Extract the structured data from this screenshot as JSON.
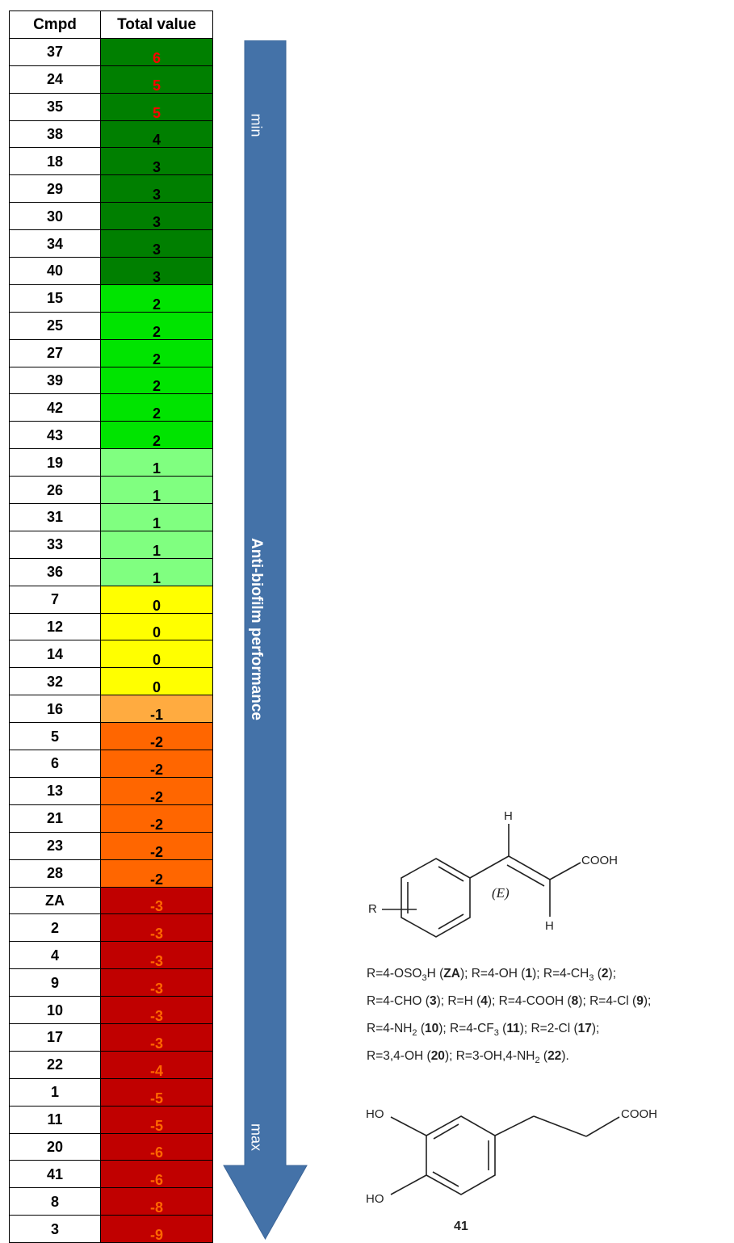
{
  "chart_data": {
    "type": "table",
    "columns": [
      "Cmpd",
      "Total value"
    ],
    "rows": [
      {
        "cmpd": "37",
        "value": 6,
        "color": "#007f00",
        "text_color": "#ff0000"
      },
      {
        "cmpd": "24",
        "value": 5,
        "color": "#007f00",
        "text_color": "#ff0000"
      },
      {
        "cmpd": "35",
        "value": 5,
        "color": "#007f00",
        "text_color": "#ff0000"
      },
      {
        "cmpd": "38",
        "value": 4,
        "color": "#007f00",
        "text_color": "#000000"
      },
      {
        "cmpd": "18",
        "value": 3,
        "color": "#007f00",
        "text_color": "#000000"
      },
      {
        "cmpd": "29",
        "value": 3,
        "color": "#007f00",
        "text_color": "#000000"
      },
      {
        "cmpd": "30",
        "value": 3,
        "color": "#007f00",
        "text_color": "#000000"
      },
      {
        "cmpd": "34",
        "value": 3,
        "color": "#007f00",
        "text_color": "#000000"
      },
      {
        "cmpd": "40",
        "value": 3,
        "color": "#007f00",
        "text_color": "#000000"
      },
      {
        "cmpd": "15",
        "value": 2,
        "color": "#00e400",
        "text_color": "#000000"
      },
      {
        "cmpd": "25",
        "value": 2,
        "color": "#00e400",
        "text_color": "#000000"
      },
      {
        "cmpd": "27",
        "value": 2,
        "color": "#00e400",
        "text_color": "#000000"
      },
      {
        "cmpd": "39",
        "value": 2,
        "color": "#00e400",
        "text_color": "#000000"
      },
      {
        "cmpd": "42",
        "value": 2,
        "color": "#00e400",
        "text_color": "#000000"
      },
      {
        "cmpd": "43",
        "value": 2,
        "color": "#00e400",
        "text_color": "#000000"
      },
      {
        "cmpd": "19",
        "value": 1,
        "color": "#80ff80",
        "text_color": "#000000"
      },
      {
        "cmpd": "26",
        "value": 1,
        "color": "#80ff80",
        "text_color": "#000000"
      },
      {
        "cmpd": "31",
        "value": 1,
        "color": "#80ff80",
        "text_color": "#000000"
      },
      {
        "cmpd": "33",
        "value": 1,
        "color": "#80ff80",
        "text_color": "#000000"
      },
      {
        "cmpd": "36",
        "value": 1,
        "color": "#80ff80",
        "text_color": "#000000"
      },
      {
        "cmpd": "7",
        "value": 0,
        "color": "#ffff00",
        "text_color": "#000000"
      },
      {
        "cmpd": "12",
        "value": 0,
        "color": "#ffff00",
        "text_color": "#000000"
      },
      {
        "cmpd": "14",
        "value": 0,
        "color": "#ffff00",
        "text_color": "#000000"
      },
      {
        "cmpd": "32",
        "value": 0,
        "color": "#ffff00",
        "text_color": "#000000"
      },
      {
        "cmpd": "16",
        "value": -1,
        "color": "#ffab40",
        "text_color": "#000000"
      },
      {
        "cmpd": "5",
        "value": -2,
        "color": "#ff6600",
        "text_color": "#000000"
      },
      {
        "cmpd": "6",
        "value": -2,
        "color": "#ff6600",
        "text_color": "#000000"
      },
      {
        "cmpd": "13",
        "value": -2,
        "color": "#ff6600",
        "text_color": "#000000"
      },
      {
        "cmpd": "21",
        "value": -2,
        "color": "#ff6600",
        "text_color": "#000000"
      },
      {
        "cmpd": "23",
        "value": -2,
        "color": "#ff6600",
        "text_color": "#000000"
      },
      {
        "cmpd": "28",
        "value": -2,
        "color": "#ff6600",
        "text_color": "#000000"
      },
      {
        "cmpd": "ZA",
        "value": -3,
        "color": "#c00000",
        "text_color": "#ff6600"
      },
      {
        "cmpd": "2",
        "value": -3,
        "color": "#c00000",
        "text_color": "#ff6600"
      },
      {
        "cmpd": "4",
        "value": -3,
        "color": "#c00000",
        "text_color": "#ff6600"
      },
      {
        "cmpd": "9",
        "value": -3,
        "color": "#c00000",
        "text_color": "#ff6600"
      },
      {
        "cmpd": "10",
        "value": -3,
        "color": "#c00000",
        "text_color": "#ff6600"
      },
      {
        "cmpd": "17",
        "value": -3,
        "color": "#c00000",
        "text_color": "#ff6600"
      },
      {
        "cmpd": "22",
        "value": -4,
        "color": "#c00000",
        "text_color": "#ff6600"
      },
      {
        "cmpd": "1",
        "value": -5,
        "color": "#c00000",
        "text_color": "#ff6600"
      },
      {
        "cmpd": "11",
        "value": -5,
        "color": "#c00000",
        "text_color": "#ff6600"
      },
      {
        "cmpd": "20",
        "value": -6,
        "color": "#c00000",
        "text_color": "#ff6600"
      },
      {
        "cmpd": "41",
        "value": -6,
        "color": "#c00000",
        "text_color": "#ff6600"
      },
      {
        "cmpd": "8",
        "value": -8,
        "color": "#c00000",
        "text_color": "#ff6600"
      },
      {
        "cmpd": "3",
        "value": -9,
        "color": "#c00000",
        "text_color": "#ff6600"
      }
    ]
  },
  "arrow": {
    "label_top": "min",
    "label_middle": "Anti-biofilm performance",
    "label_bottom": "max",
    "color": "#4472a8"
  },
  "structures": {
    "cinnamic": {
      "h_top": "H",
      "h_bottom": "H",
      "cooh": "COOH",
      "stereo": "(E)",
      "r": "R"
    },
    "substituents": [
      [
        {
          "t": "R=4-OSO"
        },
        {
          "t": "3",
          "sub": true
        },
        {
          "t": "H ("
        },
        {
          "t": "ZA",
          "b": true
        },
        {
          "t": "); R=4-OH ("
        },
        {
          "t": "1",
          "b": true
        },
        {
          "t": "); R=4-CH"
        },
        {
          "t": "3",
          "sub": true
        },
        {
          "t": " ("
        },
        {
          "t": "2",
          "b": true
        },
        {
          "t": ");"
        }
      ],
      [
        {
          "t": "R=4-CHO ("
        },
        {
          "t": "3",
          "b": true
        },
        {
          "t": "); R=H ("
        },
        {
          "t": "4",
          "b": true
        },
        {
          "t": "); R=4-COOH ("
        },
        {
          "t": "8",
          "b": true
        },
        {
          "t": "); R=4-Cl ("
        },
        {
          "t": "9",
          "b": true
        },
        {
          "t": ");"
        }
      ],
      [
        {
          "t": "R=4-NH"
        },
        {
          "t": "2",
          "sub": true
        },
        {
          "t": " ("
        },
        {
          "t": "10",
          "b": true
        },
        {
          "t": "); R=4-CF"
        },
        {
          "t": "3",
          "sub": true
        },
        {
          "t": " ("
        },
        {
          "t": "11",
          "b": true
        },
        {
          "t": "); R=2-Cl ("
        },
        {
          "t": "17",
          "b": true
        },
        {
          "t": ");"
        }
      ],
      [
        {
          "t": "R=3,4-OH ("
        },
        {
          "t": "20",
          "b": true
        },
        {
          "t": "); R=3-OH,4-NH"
        },
        {
          "t": "2",
          "sub": true
        },
        {
          "t": " ("
        },
        {
          "t": "22",
          "b": true
        },
        {
          "t": ")."
        }
      ]
    ],
    "compound41": {
      "ho_top": "HO",
      "ho_bottom": "HO",
      "cooh": "COOH",
      "label": "41"
    }
  }
}
